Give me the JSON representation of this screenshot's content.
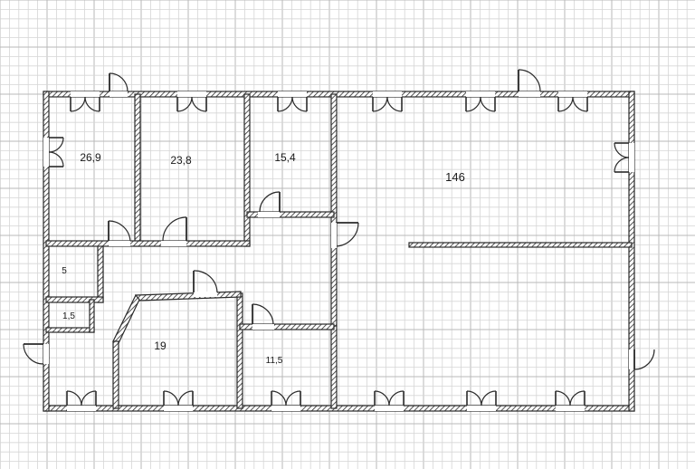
{
  "plan": {
    "rooms": [
      {
        "id": "room-a",
        "area_label": "26,9"
      },
      {
        "id": "room-b",
        "area_label": "23,8"
      },
      {
        "id": "room-c",
        "area_label": "15,4"
      },
      {
        "id": "room-hall",
        "area_label": "146"
      },
      {
        "id": "room-d",
        "area_label": "5"
      },
      {
        "id": "room-e",
        "area_label": "1,5"
      },
      {
        "id": "room-f",
        "area_label": "19"
      },
      {
        "id": "room-g",
        "area_label": "11,5"
      }
    ],
    "colors": {
      "grid_major": "#b9b9b9",
      "grid_minor": "#d6d6d6",
      "wall": "#2a2a2a",
      "background": "#ffffff"
    }
  }
}
